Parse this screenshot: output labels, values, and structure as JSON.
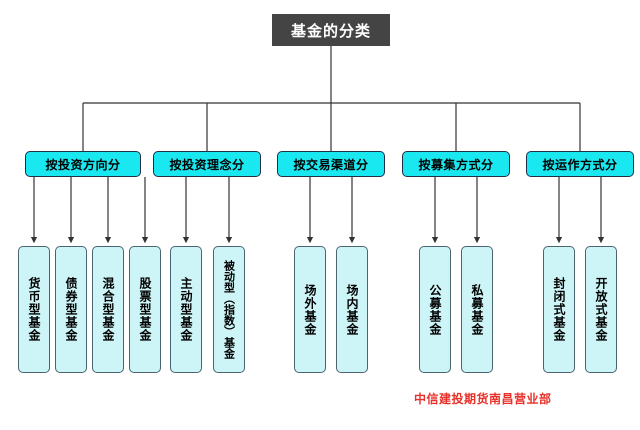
{
  "diagram": {
    "type": "tree-org-chart",
    "title": "基金的分类",
    "footer_note": "中信建投期货南昌营业部",
    "colors": {
      "root_bg": "#444444",
      "root_text": "#ffffff",
      "category_bg": "#1ae8f0",
      "category_border": "#20304a",
      "leaf_bg": "#cdf5f7",
      "leaf_border": "#4a6470",
      "connector": "#333333",
      "footer_text": "#e8312a",
      "page_bg": "#ffffff"
    },
    "categories": [
      {
        "label": "按投资方向分",
        "leaves": [
          "货币型基金",
          "债券型基金",
          "混合型基金",
          "股票型基金"
        ]
      },
      {
        "label": "按投资理念分",
        "leaves": [
          "主动型基金",
          "被动型（指数）基金"
        ]
      },
      {
        "label": "按交易渠道分",
        "leaves": [
          "场外基金",
          "场内基金"
        ]
      },
      {
        "label": "按募集方式分",
        "leaves": [
          "公募基金",
          "私募基金"
        ]
      },
      {
        "label": "按运作方式分",
        "leaves": [
          "封闭式基金",
          "开放式基金"
        ]
      }
    ]
  }
}
